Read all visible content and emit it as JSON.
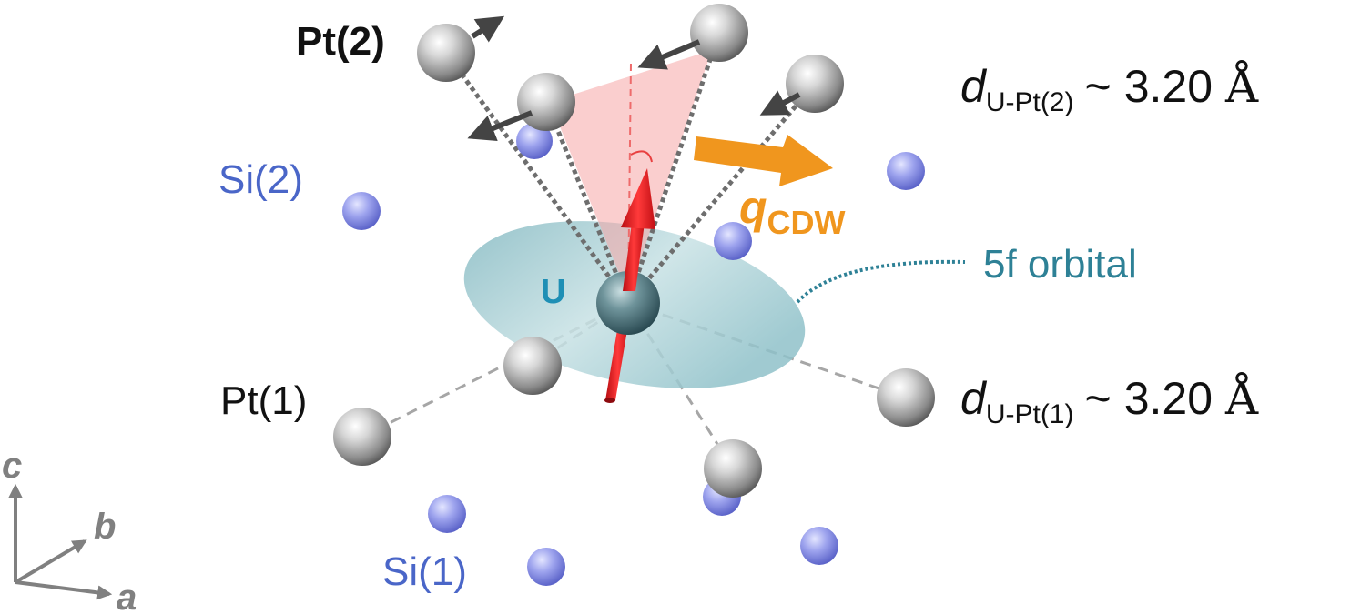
{
  "labels": {
    "pt2": "Pt(2)",
    "pt1": "Pt(1)",
    "si2": "Si(2)",
    "si1": "Si(1)",
    "u": "U",
    "qcdw_main": "q",
    "qcdw_sub": "CDW",
    "orbital": "5f orbital"
  },
  "distances": {
    "pt2": {
      "symbol": "d",
      "subscript": "U-Pt(2)",
      "relation": "~",
      "value": "3.20",
      "unit": "Å"
    },
    "pt1": {
      "symbol": "d",
      "subscript": "U-Pt(1)",
      "relation": "~",
      "value": "3.20",
      "unit": "Å"
    }
  },
  "axes": {
    "c": "c",
    "b": "b",
    "a": "a"
  },
  "colors": {
    "pt_text": "#111111",
    "si_text": "#4a66c8",
    "u_text": "#1e8fb5",
    "orbital_text": "#2e8196",
    "qcdw": "#f0961e",
    "moment": "#e8141c",
    "cone": "#f5a3a3",
    "orbital_fill": "#8fc1c9",
    "axes": "#808080"
  }
}
